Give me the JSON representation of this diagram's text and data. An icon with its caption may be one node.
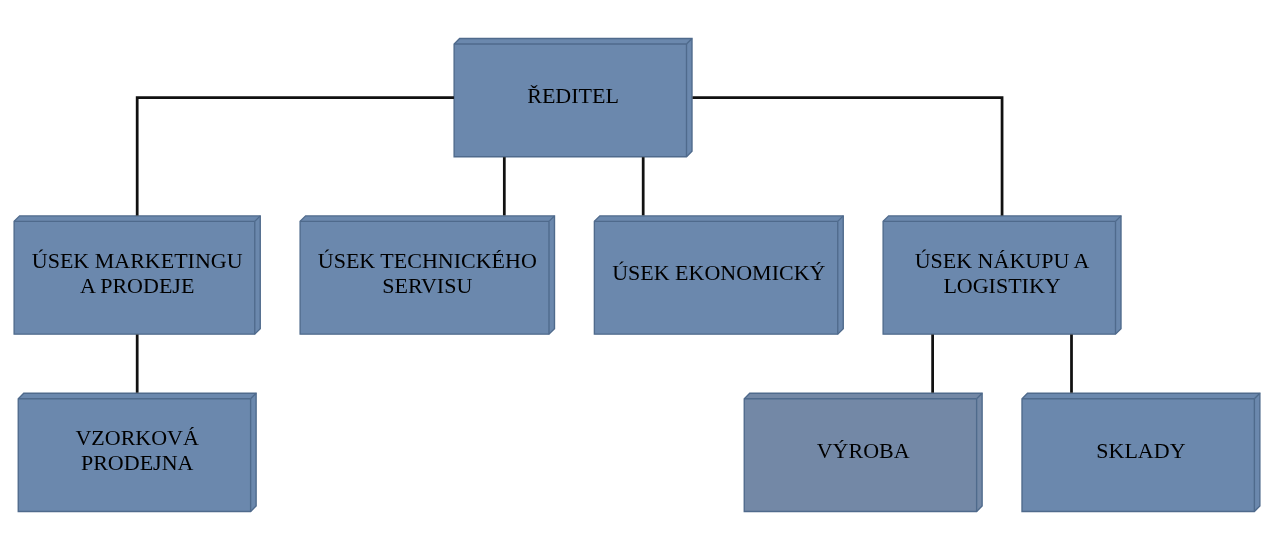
{
  "diagram": {
    "nodes": [
      {
        "text": [
          "ŘEDITEL"
        ]
      },
      {
        "text": [
          "ÚSEK MARKETINGU A PRODEJE"
        ]
      },
      {
        "text": [
          "ÚSEK TECHNICKÉHO SERVISU"
        ]
      },
      {
        "text": [
          "ÚSEK EKONOMICKÝ"
        ]
      },
      {
        "text": [
          "ÚSEK NÁKUPU A LOGISTIKY"
        ]
      },
      {
        "text": [
          "VZORKOVÁ PRODEJNA"
        ]
      },
      {
        "text": [
          "VÝROBA"
        ]
      },
      {
        "text": [
          "SKLADY"
        ]
      }
    ],
    "edges": [
      {
        "from": 0,
        "to": 1,
        "arrow": "none"
      },
      {
        "from": 0,
        "to": 2,
        "arrow": "none"
      },
      {
        "from": 0,
        "to": 3,
        "arrow": "none"
      },
      {
        "from": 0,
        "to": 4,
        "arrow": "none"
      },
      {
        "from": 1,
        "to": 5,
        "arrow": "none"
      },
      {
        "from": 4,
        "to": 6,
        "arrow": "none"
      },
      {
        "from": 4,
        "to": 7,
        "arrow": "none"
      }
    ]
  }
}
